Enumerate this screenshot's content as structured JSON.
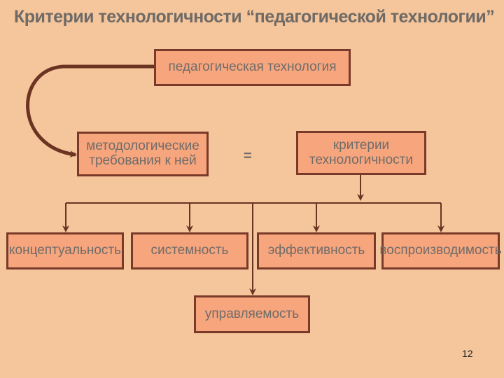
{
  "title": "Критерии технологичности “педагогической технологии”",
  "boxes": {
    "ped_tech": "педагогическая технология",
    "method_req": "методологические\nтребования к ней",
    "criteria": "критерии\nтехнологичности",
    "conceptuality": "концептуальность",
    "systemness": "системность",
    "effectiveness": "эффективность",
    "reproducibility": "воспроизводимость",
    "manageability": "управляемость"
  },
  "equals_sign": "=",
  "page_number": "12",
  "colors": {
    "background": "#f5c59b",
    "box_fill": "#f7a57d",
    "box_border": "#7a3a2a",
    "text": "#6f6c69",
    "line": "#6b3322"
  }
}
